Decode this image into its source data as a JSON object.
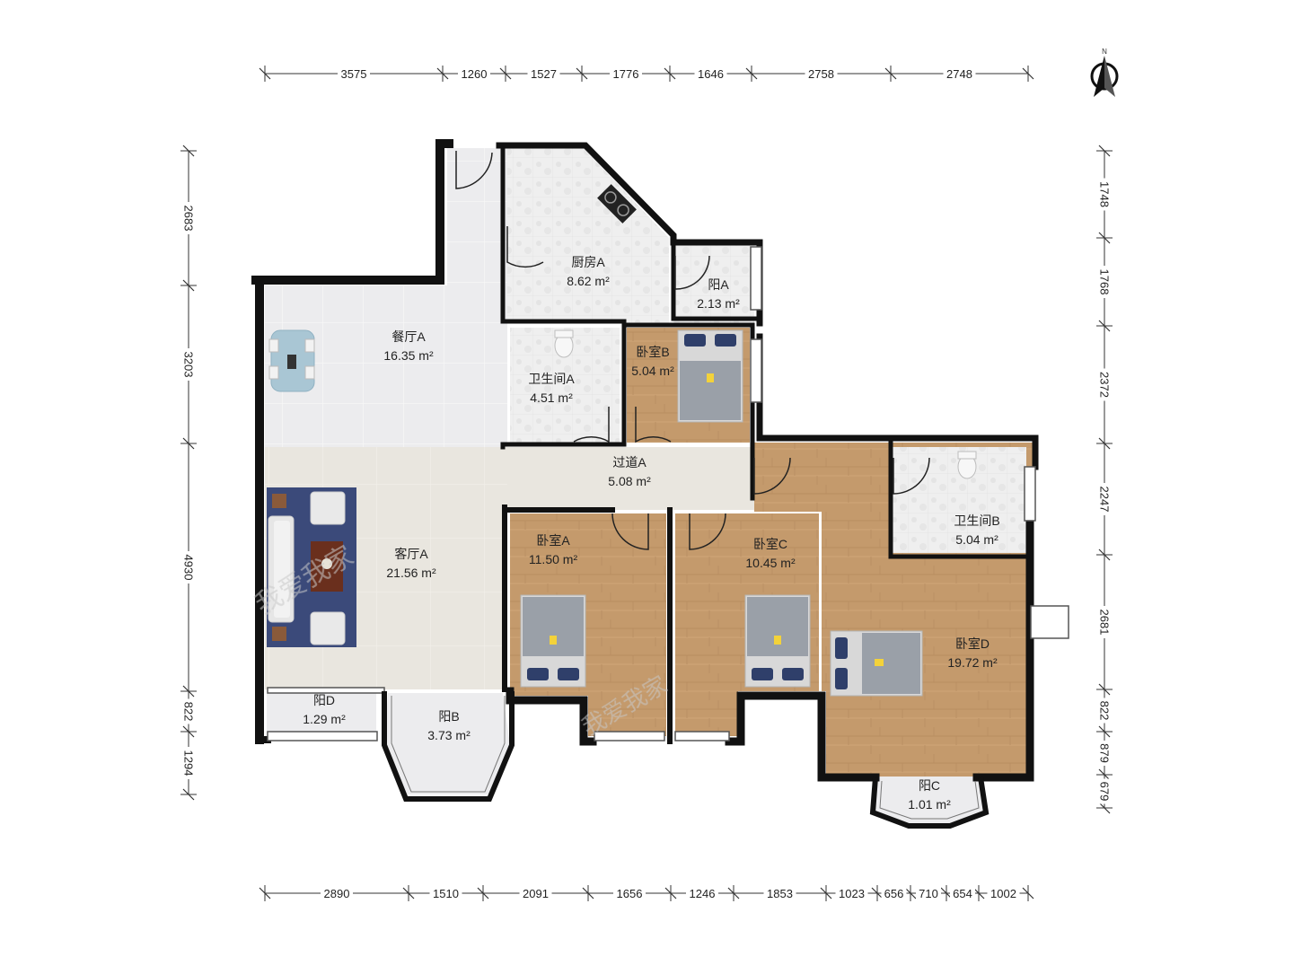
{
  "compass": {
    "label": "N"
  },
  "dimensions": {
    "top": [
      "3575",
      "1260",
      "1527",
      "1776",
      "1646",
      "2758",
      "2748"
    ],
    "bottom": [
      "2890",
      "1510",
      "2091",
      "1656",
      "1246",
      "1853",
      "1023",
      "656",
      "710",
      "654",
      "1002"
    ],
    "left": [
      "2683",
      "3203",
      "4930",
      "822",
      "1294"
    ],
    "right": [
      "1748",
      "1768",
      "2372",
      "2247",
      "2681",
      "822",
      "879",
      "679"
    ]
  },
  "rooms": [
    {
      "key": "canting",
      "name": "餐厅A",
      "area": "16.35 m²"
    },
    {
      "key": "chufang",
      "name": "厨房A",
      "area": "8.62 m²"
    },
    {
      "key": "yangA",
      "name": "阳A",
      "area": "2.13 m²"
    },
    {
      "key": "weiA",
      "name": "卫生间A",
      "area": "4.51 m²"
    },
    {
      "key": "woB",
      "name": "卧室B",
      "area": "5.04 m²"
    },
    {
      "key": "guodao",
      "name": "过道A",
      "area": "5.08 m²"
    },
    {
      "key": "weiB",
      "name": "卫生间B",
      "area": "5.04 m²"
    },
    {
      "key": "keting",
      "name": "客厅A",
      "area": "21.56 m²"
    },
    {
      "key": "woA",
      "name": "卧室A",
      "area": "11.50 m²"
    },
    {
      "key": "woC",
      "name": "卧室C",
      "area": "10.45 m²"
    },
    {
      "key": "woD",
      "name": "卧室D",
      "area": "19.72 m²"
    },
    {
      "key": "yangD",
      "name": "阳D",
      "area": "1.29 m²"
    },
    {
      "key": "yangB",
      "name": "阳B",
      "area": "3.73 m²"
    },
    {
      "key": "yangC",
      "name": "阳C",
      "area": "1.01 m²"
    }
  ],
  "watermark": "我爱我家",
  "colors": {
    "wall": "#111111",
    "tile": "#eeeeee",
    "dining_floor": "#ededee",
    "living_floor": "#e8e5df",
    "wood": "#c49a6c",
    "rug": "#3b4a7a",
    "dim_line": "#333333"
  }
}
